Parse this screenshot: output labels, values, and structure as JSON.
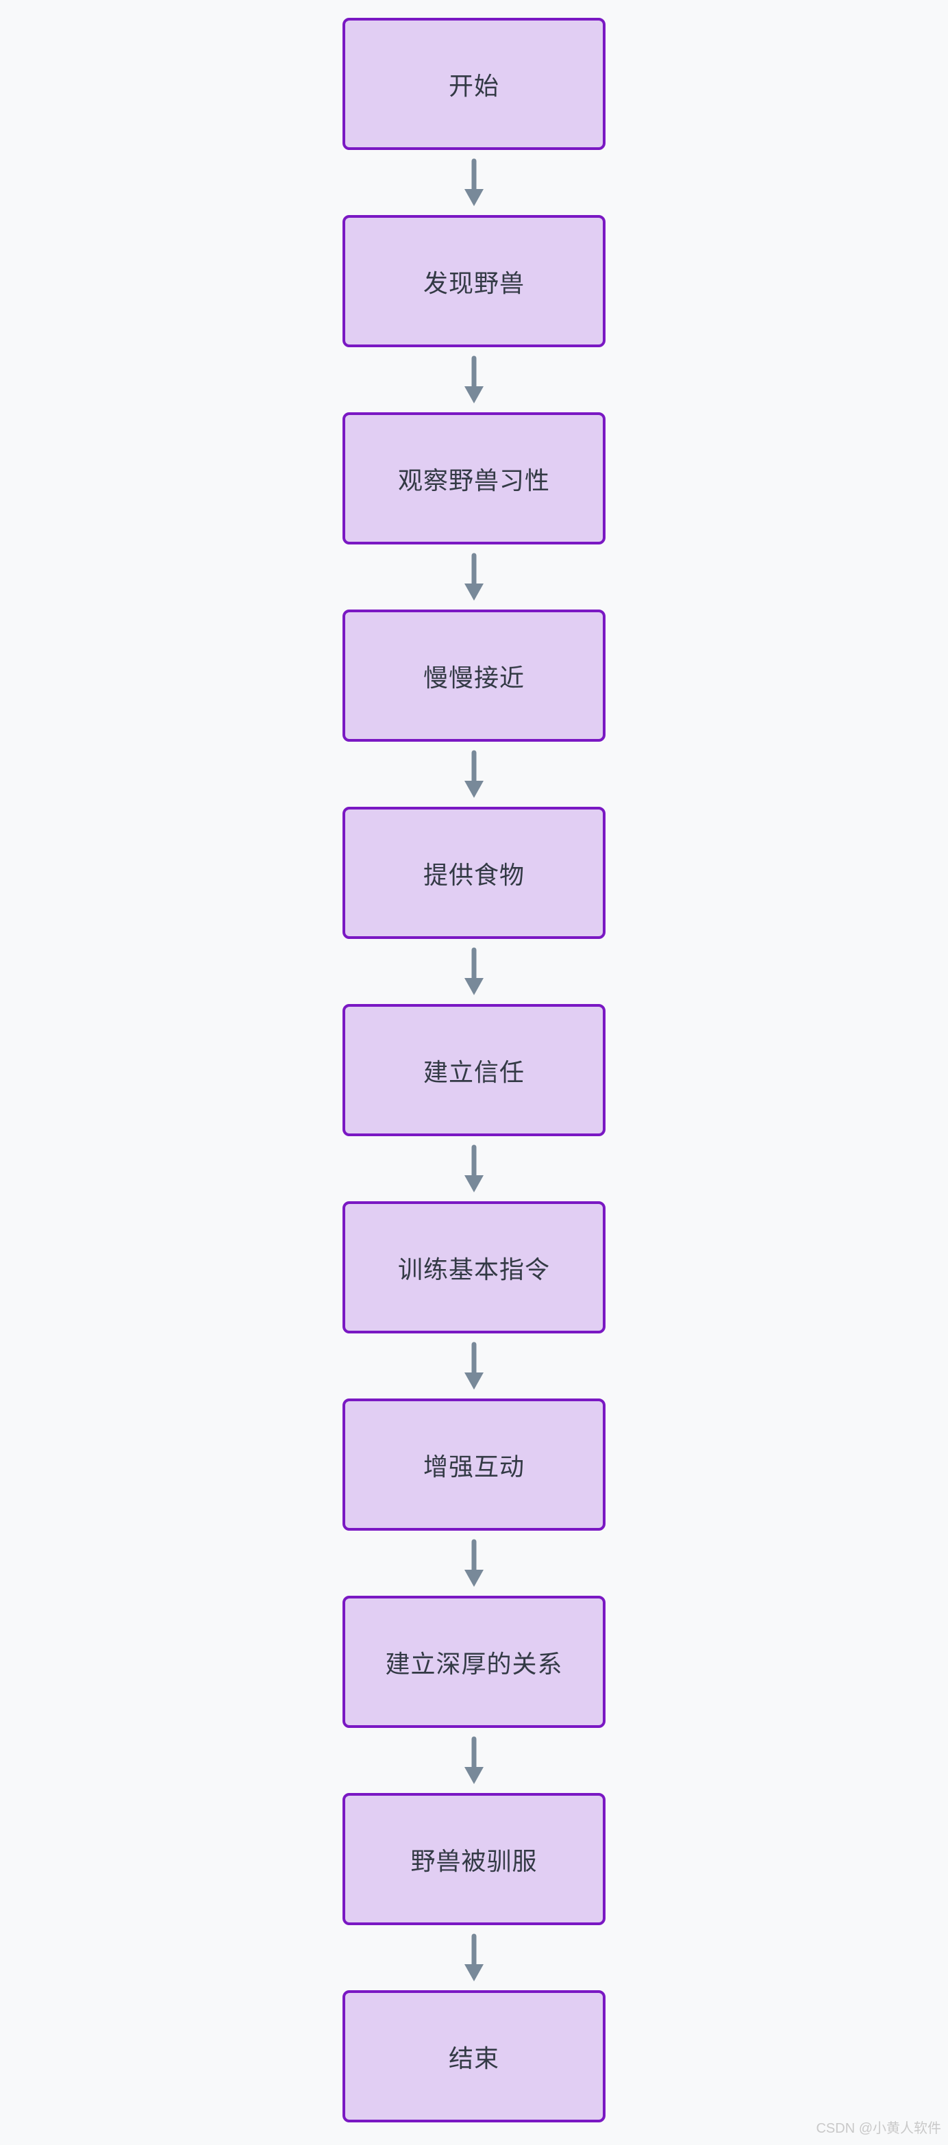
{
  "page": {
    "background_color": "#f8f9fa"
  },
  "flowchart": {
    "type": "flowchart",
    "direction": "top-down",
    "node_fill_color": "#e1cef3",
    "node_border_color": "#7a18c3",
    "node_text_color": "#333a45",
    "arrow_color": "#788999",
    "nodes": [
      {
        "id": "start",
        "label": "开始"
      },
      {
        "id": "discover-beast",
        "label": "发现野兽"
      },
      {
        "id": "observe-habits",
        "label": "观察野兽习性"
      },
      {
        "id": "approach-slowly",
        "label": "慢慢接近"
      },
      {
        "id": "provide-food",
        "label": "提供食物"
      },
      {
        "id": "build-trust",
        "label": "建立信任"
      },
      {
        "id": "train-commands",
        "label": "训练基本指令"
      },
      {
        "id": "enhance-interaction",
        "label": "增强互动"
      },
      {
        "id": "deep-relationship",
        "label": "建立深厚的关系"
      },
      {
        "id": "beast-tamed",
        "label": "野兽被驯服"
      },
      {
        "id": "end",
        "label": "结束"
      }
    ],
    "edges": [
      {
        "from": "start",
        "to": "discover-beast"
      },
      {
        "from": "discover-beast",
        "to": "observe-habits"
      },
      {
        "from": "observe-habits",
        "to": "approach-slowly"
      },
      {
        "from": "approach-slowly",
        "to": "provide-food"
      },
      {
        "from": "provide-food",
        "to": "build-trust"
      },
      {
        "from": "build-trust",
        "to": "train-commands"
      },
      {
        "from": "train-commands",
        "to": "enhance-interaction"
      },
      {
        "from": "enhance-interaction",
        "to": "deep-relationship"
      },
      {
        "from": "deep-relationship",
        "to": "beast-tamed"
      },
      {
        "from": "beast-tamed",
        "to": "end"
      }
    ]
  },
  "watermark": {
    "text": "CSDN @小黄人软件",
    "color": "#c9c9c9"
  }
}
